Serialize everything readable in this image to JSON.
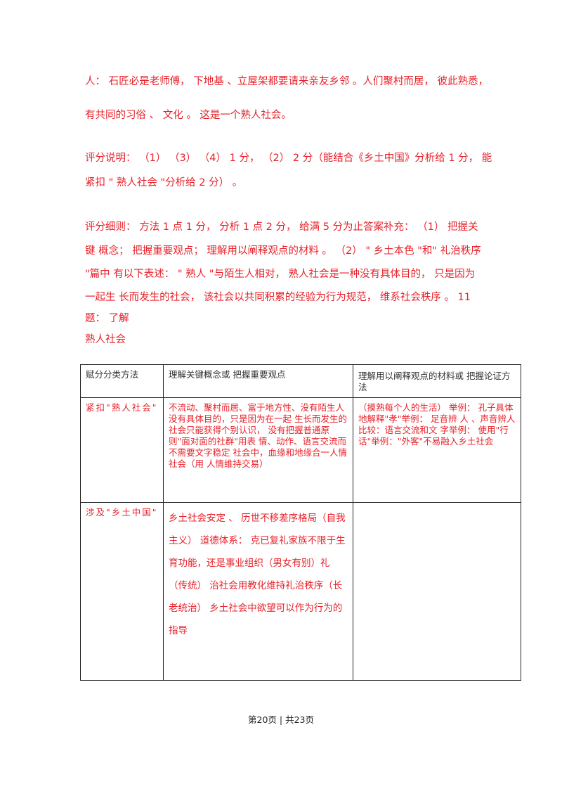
{
  "paragraphs": {
    "p1": [
      "人： 石匠必是老师傅， 下地基 、立屋架都要请来亲友乡邻 。人们聚村而居， 彼此熟悉，",
      "有共同的习俗 、 文化 。 这是一个熟人社会。"
    ],
    "p2": [
      "评分说明： （1）  （3）  （4） 1 分，  （2） 2 分（能结合《乡土中国》分析给 1 分， 能",
      "紧扣 \" 熟人社会 \"分析给 2 分）  。"
    ],
    "p3": [
      "评分细则： 方法 1 点 1 分， 分析 1 点 2 分， 给满 5 分为止答案补充：  （1） 把握关",
      "键 概念； 把握重要观点； 理解用以阐释观点的材料 。 （2） \" 乡土本色 \"和\" 礼治秩序",
      "\"篇中 有以下表述： \" 熟人 \"与陌生人相对， 熟人社会是一种没有具体目的， 只是因为",
      "一起生 长而发生的社会， 该社会以共同积累的经验为行为规范， 维系社会秩序 。 11",
      "题： 了解",
      "熟人社会"
    ]
  },
  "table": {
    "headers": [
      "赋分分类方法",
      "理解关键概念或 把握重要观点",
      "理解用以阐释观点的材料或 把握论证方法"
    ],
    "row1": {
      "category": "紧扣\"熟人社会\"",
      "concept": "不流动、聚村而居、富于地方性、没有陌生人没有具体目的，只是因为在一起 生长而发生的社会只能获得个别认识， 没有把握普通原则\"面对面的社群\"用表 情、动作、语言交流而不需要文字稳定 社会中，血缘和地缘合一人情社会（用 人情维持交易）",
      "material": "（摸熟每个人的生活） 举例： 孔子具体地解释\"孝\"举例： 足音辨 人 、声音辨人比较：语言交流和文 字举例： 使用\"行话\"举例：\"外客\"不易融入乡土社会"
    },
    "row2": {
      "category": "涉及\"乡土中国\"",
      "concept": "乡土社会安定 、 历世不移差序格局（自我主义） 道德体系： 克已复礼家族不限于生育功能，还是事业组织（男女有别）礼（传统） 治社会用教化维持礼治秩序（长老统治） 乡土社会中欲望可以作为行为的指导",
      "material": ""
    }
  },
  "footer": "第20页  | 共23页"
}
